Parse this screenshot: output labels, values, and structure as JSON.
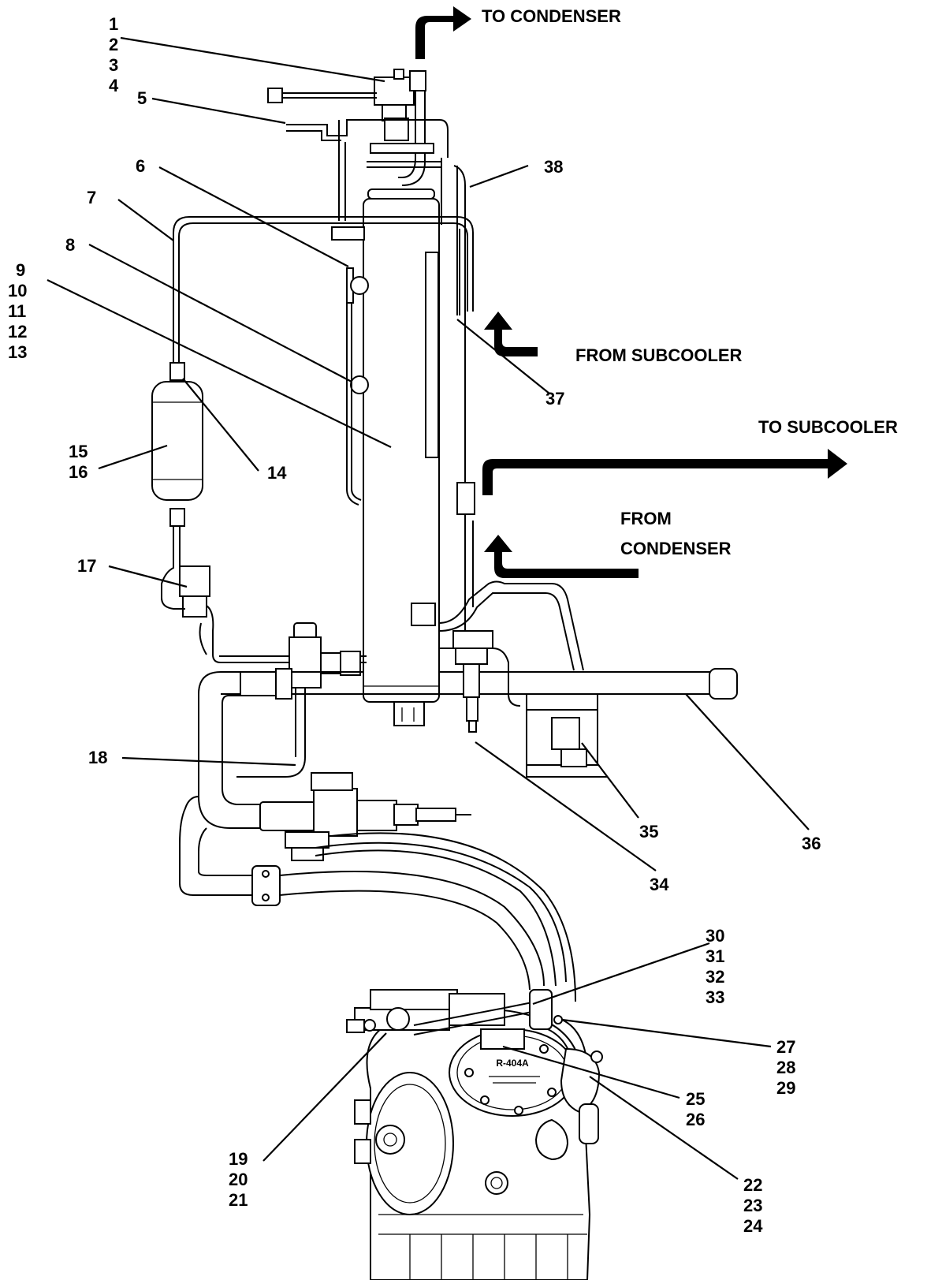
{
  "flow_labels": {
    "to_condenser": "TO CONDENSER",
    "from_subcooler": "FROM SUBCOOLER",
    "to_subcooler": "TO SUBCOOLER",
    "from_condenser_line1": "FROM",
    "from_condenser_line2": "CONDENSER"
  },
  "callouts": {
    "c1": "1",
    "c2": "2",
    "c3": "3",
    "c4": "4",
    "c5": "5",
    "c6": "6",
    "c7": "7",
    "c8": "8",
    "c9": "9",
    "c10": "10",
    "c11": "11",
    "c12": "12",
    "c13": "13",
    "c14": "14",
    "c15": "15",
    "c16": "16",
    "c17": "17",
    "c18": "18",
    "c19": "19",
    "c20": "20",
    "c21": "21",
    "c22": "22",
    "c23": "23",
    "c24": "24",
    "c25": "25",
    "c26": "26",
    "c27": "27",
    "c28": "28",
    "c29": "29",
    "c30": "30",
    "c31": "31",
    "c32": "32",
    "c33": "33",
    "c34": "34",
    "c35": "35",
    "c36": "36",
    "c37": "37",
    "c38": "38"
  },
  "compressor_plate": {
    "refrigerant": "R-404A"
  }
}
